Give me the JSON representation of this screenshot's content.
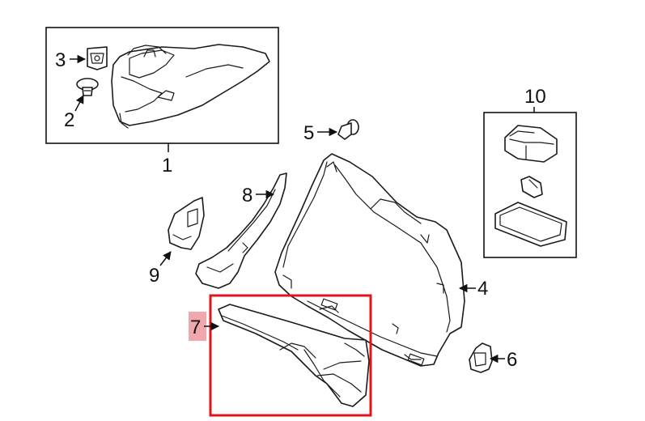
{
  "diagram": {
    "highlight_color": "#e0141b",
    "label_highlight_bg": "#f2a7ad",
    "callouts": [
      {
        "id": "c1",
        "text": "1"
      },
      {
        "id": "c2",
        "text": "2"
      },
      {
        "id": "c3",
        "text": "3"
      },
      {
        "id": "c4",
        "text": "4"
      },
      {
        "id": "c5",
        "text": "5"
      },
      {
        "id": "c6",
        "text": "6"
      },
      {
        "id": "c7",
        "text": "7",
        "highlighted": true
      },
      {
        "id": "c8",
        "text": "8"
      },
      {
        "id": "c9",
        "text": "9"
      },
      {
        "id": "c10",
        "text": "10"
      }
    ]
  }
}
